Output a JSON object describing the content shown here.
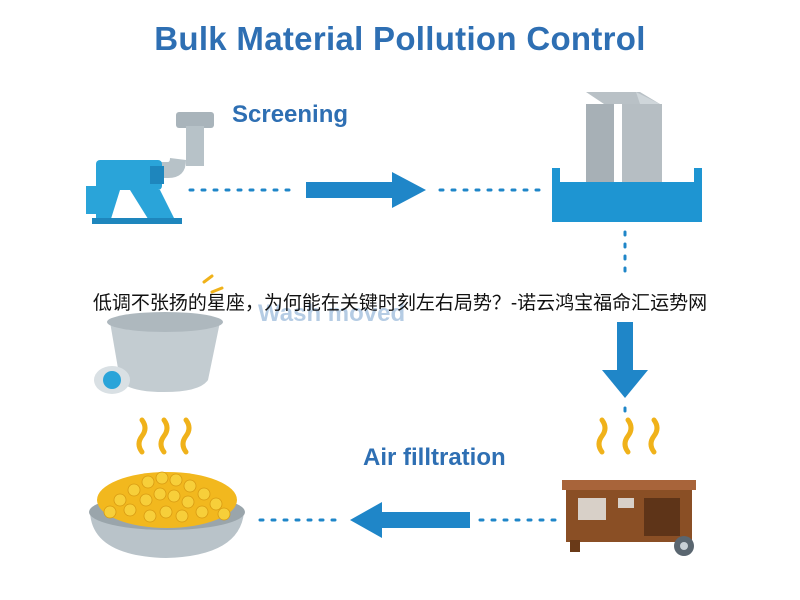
{
  "title": "Bulk Material Pollution Control",
  "steps": {
    "screening": "Screening",
    "wash": "Wash moved",
    "air": "Air filltration"
  },
  "overlay_text": "低调不张扬的星座，为何能在关键时刻左右局势？-诺云鸿宝福命汇运势网",
  "colors": {
    "title": "#2e6fb3",
    "arrow": "#1f86c8",
    "machine_blue": "#2aa4d9",
    "pipe_gray": "#a9b4bb",
    "grain": "#f2b81e",
    "steam": "#f0b21a",
    "heater_brown": "#8a4f25"
  }
}
